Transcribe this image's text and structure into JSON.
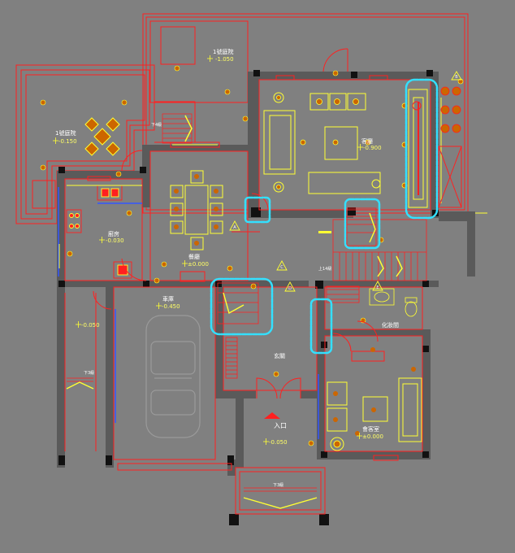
{
  "rooms": {
    "basement_top": {
      "label": "1號庭院",
      "level": "-1.050"
    },
    "basement_left": {
      "label": "1號庭院",
      "level": "-0.150"
    },
    "living": {
      "label": "客廳",
      "level": "-0.900"
    },
    "kitchen": {
      "label": "廚房",
      "level": "-0.030"
    },
    "dining": {
      "label": "餐廳",
      "level": "±0.000"
    },
    "garage": {
      "label": "車庫",
      "level": "-0.450"
    },
    "foyer": {
      "label": "玄關"
    },
    "washroom": {
      "label": "化妝間"
    },
    "guest_room": {
      "label": "會客室",
      "level": "±0.000"
    },
    "left_strip": {
      "level": "-0.050"
    },
    "entrance": {
      "label": "入口",
      "level": "-0.050"
    }
  },
  "stair_labels": {
    "down_top": "下4級",
    "down_left": "下3級",
    "down_bottom": "下3級",
    "up_stair": "上14級"
  },
  "markers": [
    "A",
    "B",
    "C",
    "D",
    "E"
  ],
  "colors": {
    "background": "#808080",
    "wall": "#5a5a5a",
    "outline": "#ff2020",
    "furniture": "#ffff33",
    "highlight": "#33e0ff",
    "text": "#ffffff"
  }
}
